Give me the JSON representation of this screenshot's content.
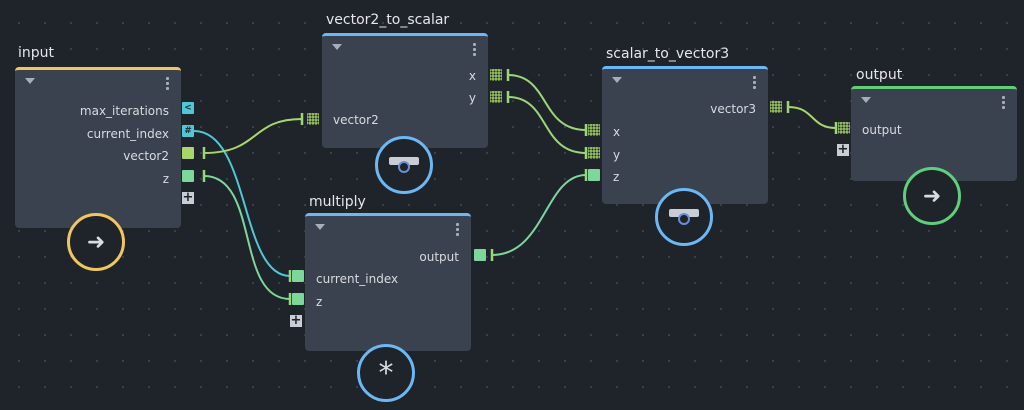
{
  "colors": {
    "scalar": "#7dd69a",
    "vector": "#a7d76a",
    "int": "#4ec7d7",
    "input_accent": "#f0c75e",
    "process_accent": "#6cb8f4",
    "output_accent": "#5fcf7a"
  },
  "nodes": {
    "input": {
      "title": "input",
      "ports": [
        "max_iterations",
        "current_index",
        "vector2",
        "z"
      ],
      "icon": "arrow-in-icon"
    },
    "v2s": {
      "title": "vector2_to_scalar",
      "outputs": [
        "x",
        "y"
      ],
      "inputs": [
        "vector2"
      ],
      "icon": "converter-icon"
    },
    "multiply": {
      "title": "multiply",
      "outputs": [
        "output"
      ],
      "inputs": [
        "current_index",
        "z"
      ],
      "icon": "asterisk-icon",
      "symbol": "*"
    },
    "s2v3": {
      "title": "scalar_to_vector3",
      "outputs": [
        "vector3"
      ],
      "inputs": [
        "x",
        "y",
        "z"
      ],
      "icon": "converter-icon"
    },
    "output": {
      "title": "output",
      "inputs": [
        "output"
      ],
      "icon": "arrow-out-icon"
    }
  },
  "glyphs": {
    "back": "<",
    "hash": "#",
    "plus": "+"
  }
}
